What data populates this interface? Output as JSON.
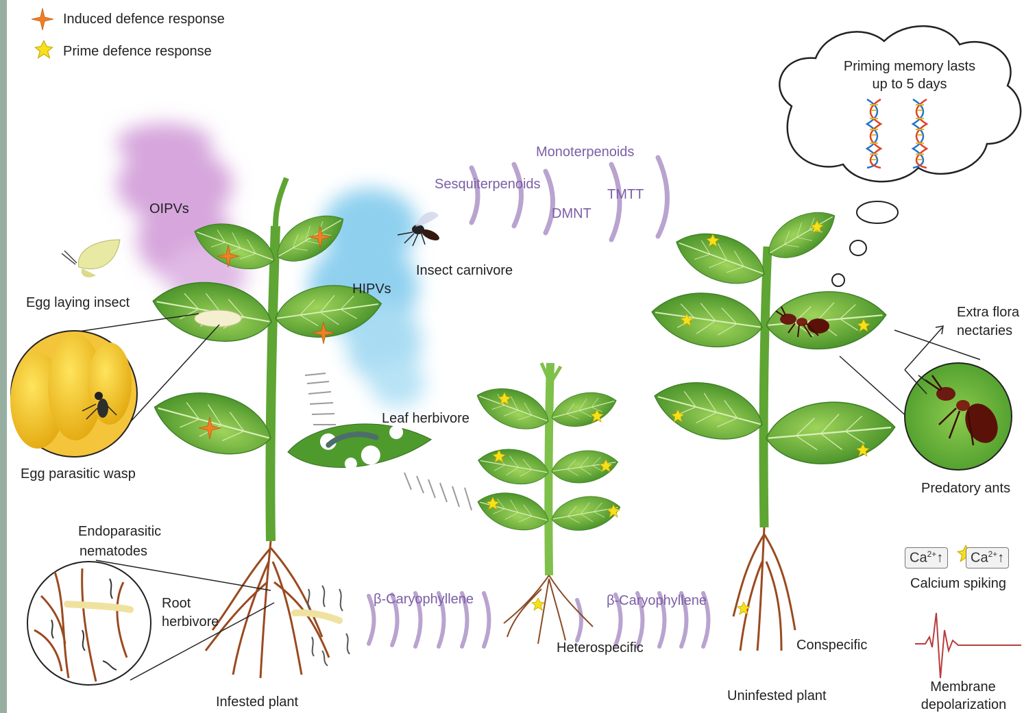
{
  "legend": {
    "induced": "Induced defence response",
    "prime": "Prime defence response"
  },
  "labels": {
    "oipvs": "OIPVs",
    "hipvs": "HIPVs",
    "egg_laying_insect": "Egg laying insect",
    "egg_parasitic_wasp": "Egg parasitic wasp",
    "insect_carnivore": "Insect carnivore",
    "leaf_herbivore": "Leaf herbivore",
    "endoparasitic_nematodes_l1": "Endoparasitic",
    "endoparasitic_nematodes_l2": "nematodes",
    "root_herbivore_l1": "Root",
    "root_herbivore_l2": "herbivore",
    "infested_plant": "Infested plant",
    "heterospecific": "Heterospecific",
    "conspecific": "Conspecific",
    "uninfested_plant": "Uninfested plant",
    "extra_floral_l1": "Extra flora",
    "extra_floral_l2": "nectaries",
    "predatory_ants": "Predatory ants",
    "calcium_spiking": "Calcium spiking",
    "membrane_l1": "Membrane",
    "membrane_l2": "depolarization",
    "priming_l1": "Priming memory lasts",
    "priming_l2": "up to 5 days"
  },
  "chemicals": {
    "monoterpenoids": "Monoterpenoids",
    "sesquiterpenoids": "Sesquiterpenoids",
    "dmnt": "DMNT",
    "tmtt": "TMTT",
    "caryophyllene_1": "β-Caryophyllene",
    "caryophyllene_2": "β-Caryophyllene"
  },
  "calcium": {
    "ion": "Ca",
    "charge": "2+",
    "arrow": "↑"
  },
  "colors": {
    "leaf": "#6cb33f",
    "leaf_dark": "#3f8a24",
    "root": "#9a4a1f",
    "induced_star": "#f07f26",
    "prime_star": "#f6e11a",
    "chem_text": "#7b5ea7",
    "wave": "#b9a3cf",
    "oipv_cloud": "#d6a6dc",
    "hipv_cloud": "#8fd0ef",
    "ecg": "#b73b3b"
  }
}
